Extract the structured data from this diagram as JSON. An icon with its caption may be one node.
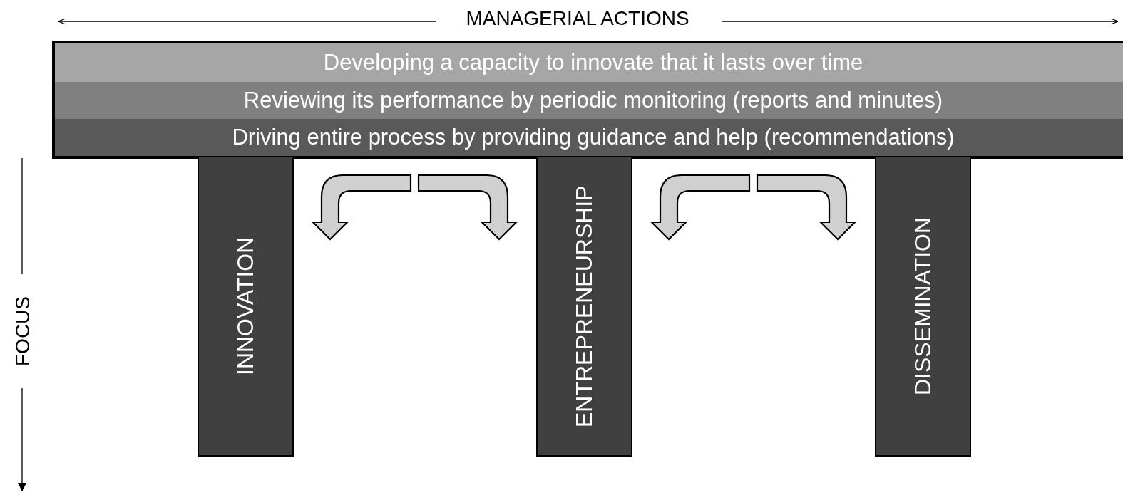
{
  "diagram": {
    "nodes": [
      {
        "text": [
          "Developing a capacity to innovate that it lasts over time"
        ]
      },
      {
        "text": [
          "Reviewing its performance by periodic monitoring (reports and minutes)"
        ]
      },
      {
        "text": [
          "Driving entire process by providing guidance and help (recommendations)"
        ]
      },
      {
        "text": [
          "INNOVATION"
        ]
      },
      {
        "text": [
          "ENTREPRENEURSHIP"
        ]
      },
      {
        "text": [
          "DISSEMINATION"
        ]
      }
    ],
    "edges": [
      {
        "from": 2,
        "to": 3,
        "arrow": "to"
      },
      {
        "from": 2,
        "to": 4,
        "arrow": "to"
      },
      {
        "from": 2,
        "to": 4,
        "arrow": "to"
      },
      {
        "from": 2,
        "to": 5,
        "arrow": "to"
      }
    ],
    "labels": [
      "MANAGERIAL ACTIONS",
      "FOCUS"
    ]
  }
}
